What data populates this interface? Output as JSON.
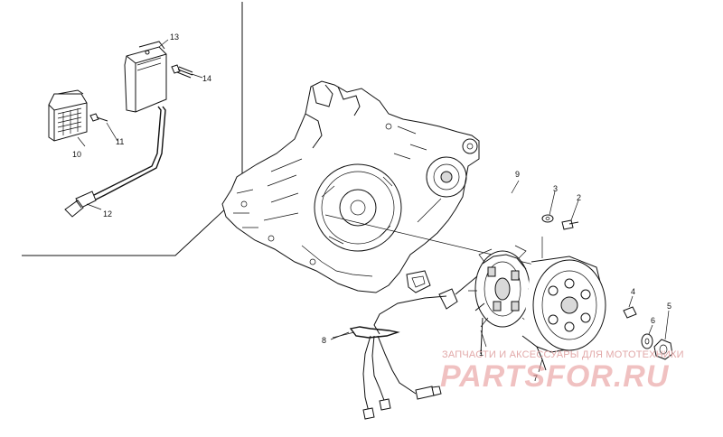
{
  "diagram": {
    "part_numbers": [
      "1",
      "2",
      "3",
      "4",
      "5",
      "6",
      "7",
      "8",
      "9",
      "10",
      "11",
      "12",
      "13",
      "14"
    ]
  },
  "watermark": {
    "subtitle": "ЗАПЧАСТИ И АКСЕССУАРЫ ДЛЯ МОТОТЕХНИКИ",
    "logo": "PARTSFOR.RU"
  },
  "colors": {
    "line": "#111111",
    "background": "#ffffff",
    "watermark": "#e58f8f"
  }
}
